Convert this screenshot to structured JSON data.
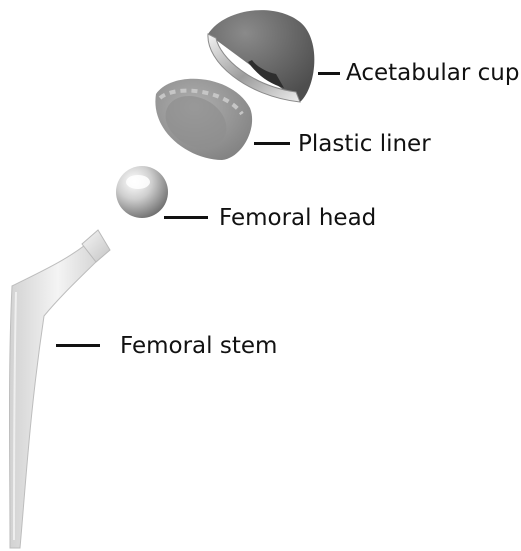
{
  "labels": {
    "acetabular_cup": "Acetabular cup",
    "plastic_liner": "Plastic liner",
    "femoral_head": "Femoral head",
    "femoral_stem": "Femoral stem"
  },
  "colors": {
    "background": "#ffffff",
    "text": "#111111",
    "cup_shell": "#6b6b6b",
    "liner": "#9a9a9a",
    "metal": "#cfcfcf",
    "stem": "#e6e6e6"
  }
}
